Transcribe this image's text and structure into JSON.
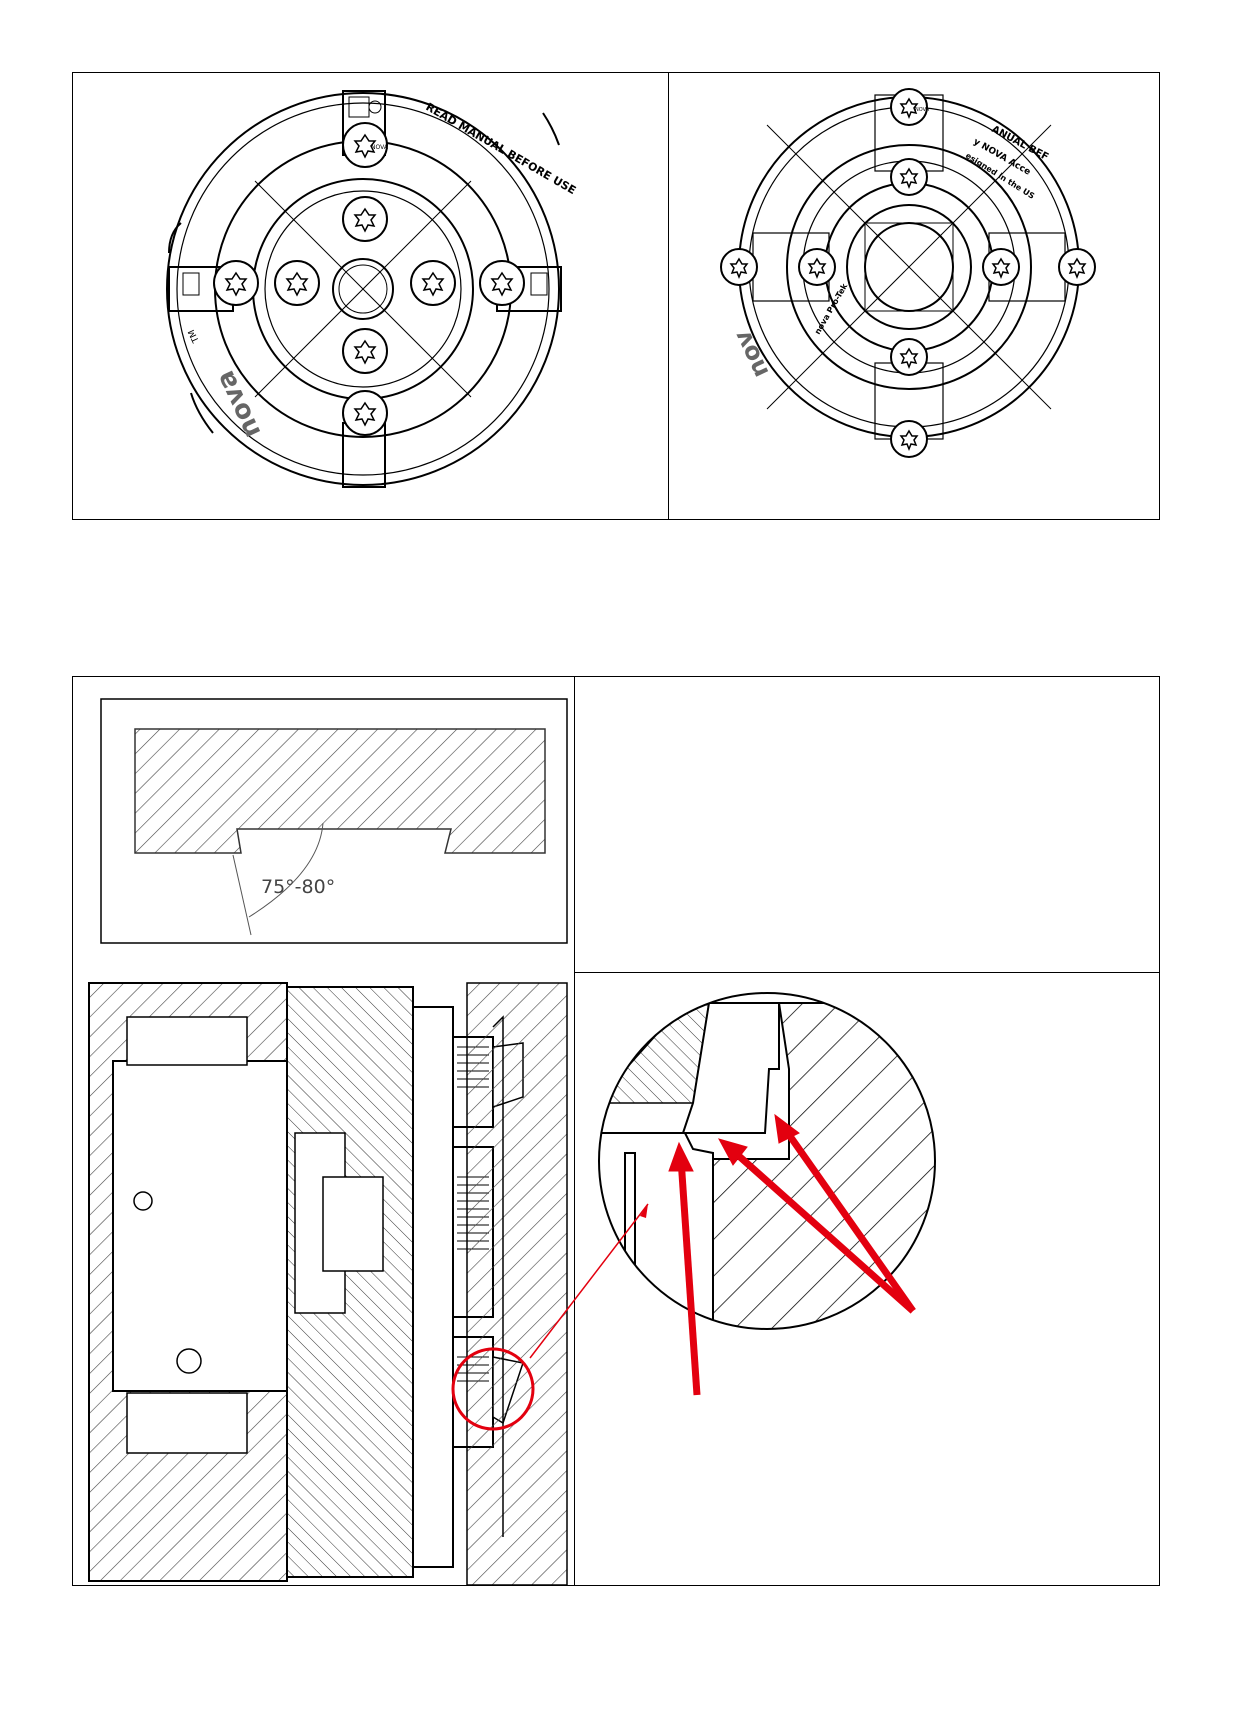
{
  "top_panel": {
    "left_chuck": {
      "rim_text": "READ MANUAL BEFORE USE",
      "brand_text": "nova",
      "tm_mark": "TM",
      "screw_label": "NOVA"
    },
    "right_chuck": {
      "rim_text": "ANUAL BEF",
      "rim_text_2": "y NOVA Acce",
      "rim_text_3": "esigned in the US",
      "brand_text": "nov",
      "rim_text_4": "nova Pro-Tek",
      "screw_label": "NOVA"
    }
  },
  "bottom_panel": {
    "angle_detail": {
      "angle_label": "75°-80°"
    }
  },
  "colors": {
    "line": "#000000",
    "highlight": "#e3000f"
  }
}
